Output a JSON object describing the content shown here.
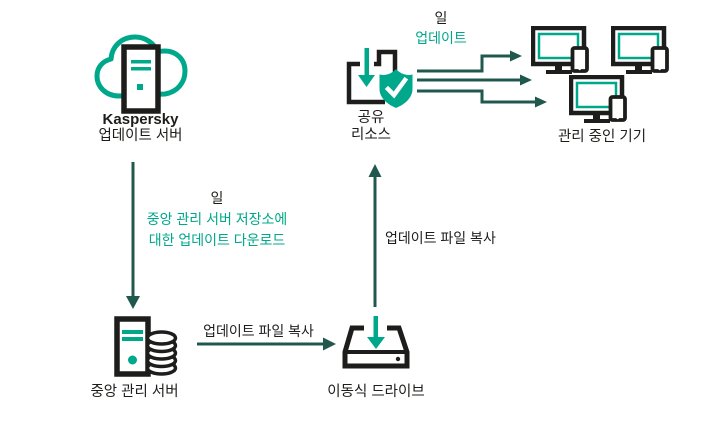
{
  "diagram_title": "Kaspersky update distribution via removable drive",
  "colors": {
    "brand_teal": "#00A88B",
    "arrow_dark_teal": "#20584E",
    "icon_black": "#1D1D1B",
    "background": "#FFFFFF"
  },
  "nodes": {
    "update_server": {
      "icon": "cloud-update-server-icon",
      "line1": "Kaspersky",
      "line2": "업데이트 서버"
    },
    "admin_server": {
      "icon": "admin-server-disks-icon",
      "label": "중앙 관리 서버"
    },
    "removable_drive": {
      "icon": "removable-drive-icon",
      "label": "이동식 드라이브"
    },
    "shared_resource": {
      "icon": "shared-resource-shield-icon",
      "line1": "공유",
      "line2": "리소스"
    },
    "managed_devices": {
      "icon": "managed-device-icon",
      "label": "관리 중인 기기",
      "device_count": 3
    }
  },
  "edges": {
    "download_to_admin": {
      "schedule": "일",
      "line1": "중앙 관리 서버 저장소에",
      "line2": "대한 업데이트 다운로드"
    },
    "copy_to_drive": {
      "label": "업데이트 파일 복사"
    },
    "copy_to_share": {
      "label": "업데이트 파일 복사"
    },
    "distribute_to_devices": {
      "schedule": "일",
      "label": "업데이트"
    }
  }
}
